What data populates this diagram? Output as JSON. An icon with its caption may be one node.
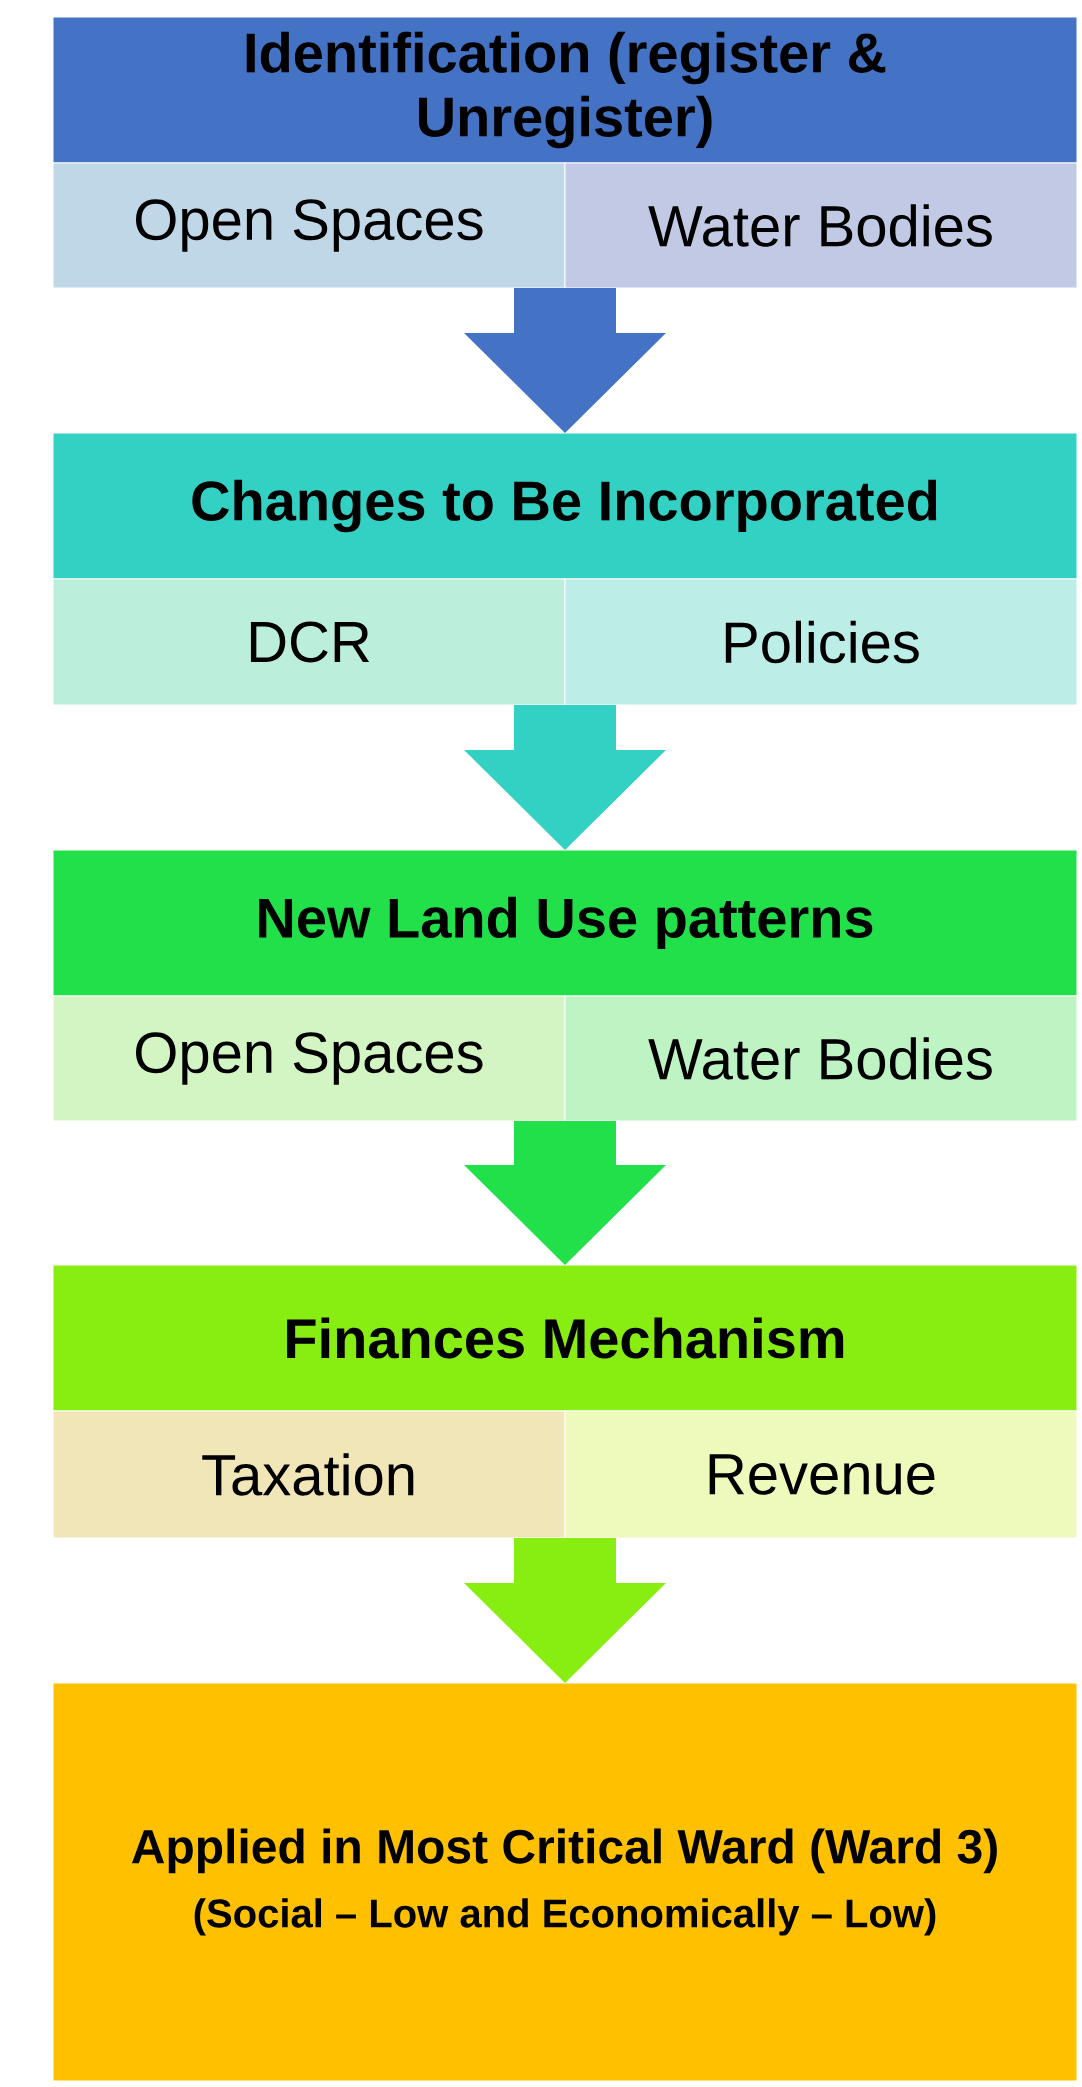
{
  "diagram": {
    "nodes": [
      {
        "text": [
          "Identification (register & Unregister)"
        ]
      },
      {
        "text": [
          "Open Spaces"
        ]
      },
      {
        "text": [
          "Water Bodies"
        ]
      },
      {
        "text": [
          "Changes to Be Incorporated"
        ]
      },
      {
        "text": [
          "DCR"
        ]
      },
      {
        "text": [
          "Policies"
        ]
      },
      {
        "text": [
          "New Land Use patterns"
        ]
      },
      {
        "text": [
          "Open Spaces"
        ]
      },
      {
        "text": [
          "Water Bodies"
        ]
      },
      {
        "text": [
          "Finances Mechanism"
        ]
      },
      {
        "text": [
          "Taxation"
        ]
      },
      {
        "text": [
          "Revenue"
        ]
      },
      {
        "text": [
          "Applied in Most Critical Ward (Ward 3)",
          "(Social – Low and Economically – Low)"
        ]
      }
    ],
    "edges": [
      {
        "from": 1,
        "to": 3,
        "arrow": "to",
        "color": "#4472c4"
      },
      {
        "from": 2,
        "to": 3,
        "arrow": "to",
        "color": "#4472c4"
      },
      {
        "from": 4,
        "to": 6,
        "arrow": "to",
        "color": "#33d1c4"
      },
      {
        "from": 5,
        "to": 6,
        "arrow": "to",
        "color": "#33d1c4"
      },
      {
        "from": 7,
        "to": 9,
        "arrow": "to",
        "color": "#22e04a"
      },
      {
        "from": 8,
        "to": 9,
        "arrow": "to",
        "color": "#22e04a"
      },
      {
        "from": 10,
        "to": 12,
        "arrow": "to",
        "color": "#88ee11"
      },
      {
        "from": 11,
        "to": 12,
        "arrow": "to",
        "color": "#88ee11"
      }
    ]
  }
}
